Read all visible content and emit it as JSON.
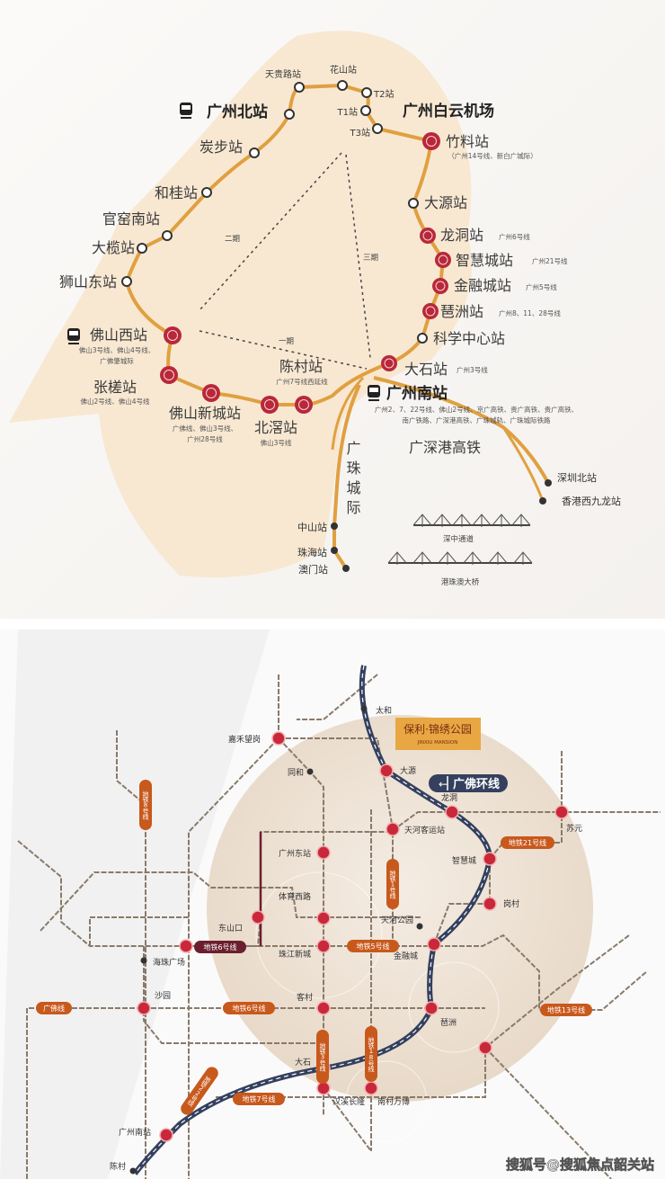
{
  "top_map": {
    "stations": [
      {
        "name": "天贵路站",
        "kind": "open"
      },
      {
        "name": "花山站",
        "kind": "open"
      },
      {
        "name": "T2站",
        "kind": "open"
      },
      {
        "name": "T1站",
        "kind": "open"
      },
      {
        "name": "T3站",
        "kind": "open"
      },
      {
        "name": "竹料站",
        "kind": "red",
        "sub": [
          "（广州14号线、新白广城际）"
        ]
      },
      {
        "name": "大源站",
        "kind": "open"
      },
      {
        "name": "龙洞站",
        "kind": "red",
        "sub": [
          "广州6号线"
        ]
      },
      {
        "name": "智慧城站",
        "kind": "red",
        "sub": [
          "广州21号线"
        ]
      },
      {
        "name": "金融城站",
        "kind": "red",
        "sub": [
          "广州5号线"
        ]
      },
      {
        "name": "琶洲站",
        "kind": "red",
        "sub": [
          "广州8、11、28号线"
        ]
      },
      {
        "name": "科学中心站",
        "kind": "open"
      },
      {
        "name": "大石站",
        "kind": "red",
        "sub": [
          "广州3号线"
        ]
      },
      {
        "name": "陈村站",
        "kind": "red",
        "sub": [
          "广州7号线西延线"
        ]
      },
      {
        "name": "北滘站",
        "kind": "red",
        "sub": [
          "佛山3号线"
        ]
      },
      {
        "name": "佛山新城站",
        "kind": "red",
        "sub": [
          "广佛线、佛山3号线、",
          "广州28号线"
        ]
      },
      {
        "name": "张槎站",
        "kind": "red",
        "sub": [
          "佛山2号线、佛山4号线"
        ]
      },
      {
        "name": "佛山西站",
        "kind": "red",
        "sub": [
          "佛山3号线、佛山4号线、",
          "广佛肇城际"
        ]
      },
      {
        "name": "狮山东站",
        "kind": "open"
      },
      {
        "name": "大榄站",
        "kind": "open"
      },
      {
        "name": "官窑南站",
        "kind": "open"
      },
      {
        "name": "和桂站",
        "kind": "open"
      },
      {
        "name": "炭步站",
        "kind": "open"
      },
      {
        "name": "广州北站",
        "kind": "hub"
      }
    ],
    "airport": "广州白云机场",
    "guangzhou_south": {
      "name": "广州南站",
      "sub": [
        "广州2、7、22号线、佛山2号线、京广高铁、贵广高铁、贵广高铁、",
        "南广铁路、广深港高铁、广珠城轨、广珠城际铁路"
      ]
    },
    "other_stations": [
      "深圳北站",
      "香港西九龙站",
      "中山站",
      "珠海站",
      "澳门站"
    ],
    "line_labels": {
      "gsh": "广深港高铁",
      "gz": "广珠城际"
    },
    "phases": [
      "一期",
      "二期",
      "三期"
    ],
    "bridges": [
      "深中通道",
      "港珠澳大桥"
    ],
    "colors": {
      "line": "#e0a040",
      "blob": "#f8e8d2",
      "station": "#b8283a"
    }
  },
  "bottom_map": {
    "red_stations": [
      "嘉禾望岗",
      "广州东站",
      "体育西路",
      "东山口",
      "",
      "珠江新城",
      "天河客运站",
      "龙洞",
      "智慧城",
      "岗村",
      "金融城",
      "琶洲",
      "客村",
      "沙园",
      "大石",
      "汉溪长隆",
      "南村万博",
      "广州南站",
      "",
      "大源",
      "苏元"
    ],
    "dot_stations": [
      "太和",
      "同和",
      "海珠广场",
      "天河公园",
      "陈村"
    ],
    "line_pills": [
      "地铁8号线",
      "地铁1号线",
      "地铁21号线",
      "地铁6号线",
      "地铁5号线",
      "广佛线",
      "地铁6号线",
      "地铁13号线",
      "地铁3号线",
      "地铁18号线",
      "地铁7号线",
      "地铁22号线"
    ],
    "ring_tag": {
      "arrow": "←",
      "label": "广佛环线"
    },
    "project_logo": {
      "cn": "保利·锦绣公园",
      "en": "JINXIU MANSION"
    },
    "colors": {
      "ring": "#34405e",
      "pill": "#c8591c",
      "pill_dark": "#6b1f2e",
      "logo_bg": "#e9a743"
    }
  },
  "watermark": "搜狐号@搜狐焦点韶关站"
}
